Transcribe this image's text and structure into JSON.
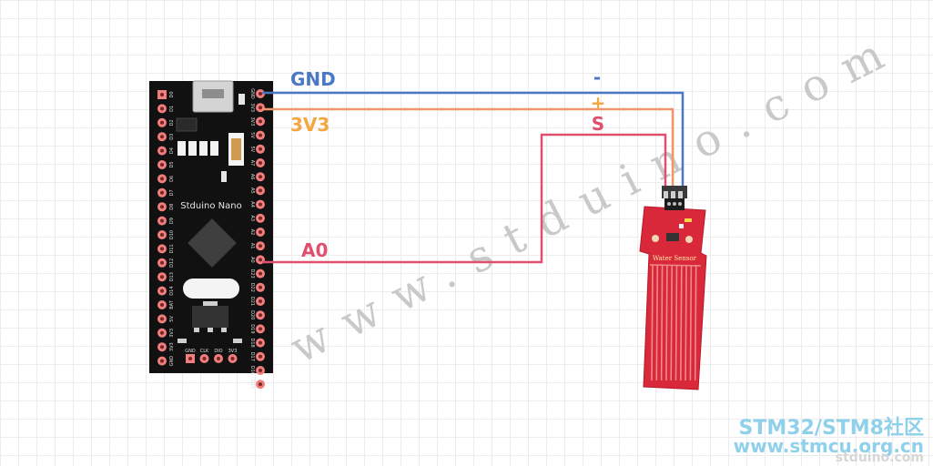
{
  "board": {
    "name": "Stduino Nano",
    "left_pins": [
      "D0",
      "D1",
      "D2",
      "D3",
      "D4",
      "D5",
      "D6",
      "D7",
      "D8",
      "D9",
      "D10",
      "D11",
      "D12",
      "D13",
      "D14",
      "BAT",
      "5V",
      "3V3",
      "3V3",
      "GND"
    ],
    "right_pins": [
      "GND",
      "3V3",
      "3V3",
      "5V",
      "5V",
      "A7",
      "A6",
      "A5",
      "A4",
      "A3",
      "A2",
      "A1",
      "A0",
      "D23",
      "D22",
      "D21",
      "D20",
      "D19",
      "D18",
      "D17",
      "D16",
      "D15"
    ],
    "bottom_pins": [
      "GND",
      "CLK",
      "DIO",
      "3V3"
    ]
  },
  "wires": [
    {
      "id": "gnd",
      "label": "GND",
      "color": "#4a78c4"
    },
    {
      "id": "vcc",
      "label": "3V3",
      "color": "#f0966e"
    },
    {
      "id": "sig",
      "label": "A0",
      "color": "#e0506e"
    }
  ],
  "sensor": {
    "label": "Water Sensor",
    "pin_labels": [
      {
        "text": "-",
        "color": "#4a78c4"
      },
      {
        "text": "+",
        "color": "#f4a640"
      },
      {
        "text": "S",
        "color": "#e0506e"
      }
    ]
  },
  "watermarks": {
    "diagonal": "www.stduino.com",
    "forum_title": "STM32/STM8社区",
    "forum_url": "www.stmcu.org.cn",
    "forum_faint": "stduino.com"
  }
}
